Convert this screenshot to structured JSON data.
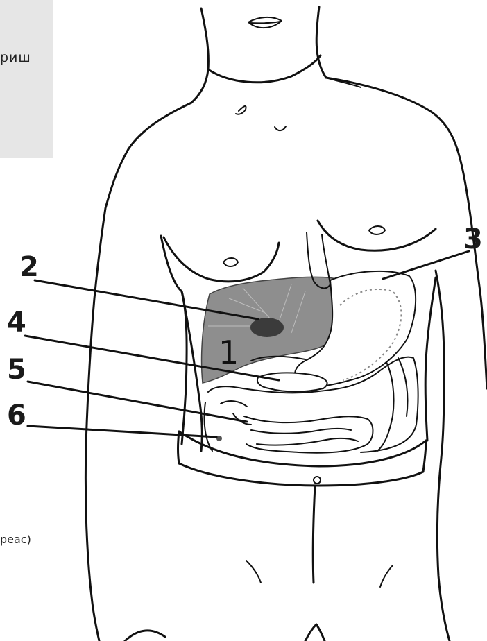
{
  "side_text_top": "риш",
  "side_text_bottom": "реас)",
  "labels": {
    "l1": "1",
    "l2": "2",
    "l3": "3",
    "l4": "4",
    "l5": "5",
    "l6": "6"
  },
  "colors": {
    "liver": "#8e8e8e",
    "gallbladder": "#3b3b3b",
    "stomach_dots": "#888888",
    "panel": "#e6e6e6"
  }
}
